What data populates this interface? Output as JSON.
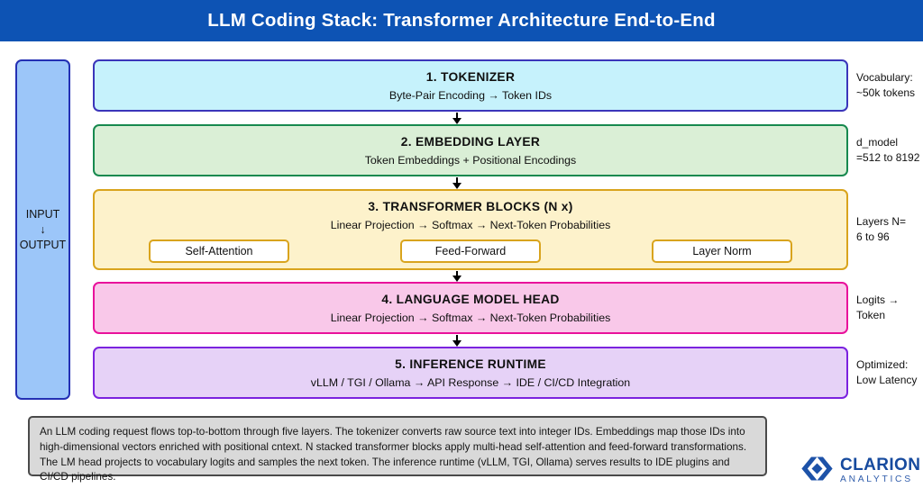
{
  "header": {
    "title": "LLM Coding Stack: Transformer Architecture End-to-End",
    "bg": "#0d53b4"
  },
  "io_box": {
    "top": "INPUT",
    "arrow": "↓",
    "bottom": "OUTPUT",
    "fill": "#9cc6f9",
    "border": "#2430b4"
  },
  "layers": [
    {
      "title": "1. TOKENIZER",
      "subtitle": "Byte-Pair Encoding →  Token IDs",
      "note_line1": "Vocabulary:",
      "note_line2": "~50k tokens",
      "fill": "#c6f2fc",
      "border": "#3b35ba"
    },
    {
      "title": "2. EMBEDDING LAYER",
      "subtitle": "Token Embeddings + Positional Encodings",
      "note_line1": "d_model",
      "note_line2": "=512 to 8192",
      "fill": "#daefd6",
      "border": "#17894f"
    },
    {
      "title": "3. TRANSFORMER BLOCKS (N x)",
      "subtitle": "Linear Projection →  Softmax →  Next-Token Probabilities",
      "note_line1": "Layers N=",
      "note_line2": "6 to 96",
      "fill": "#fdf2cb",
      "border": "#d9a41d",
      "chips": [
        "Self-Attention",
        "Feed-Forward",
        "Layer Norm"
      ]
    },
    {
      "title": "4. LANGUAGE MODEL HEAD",
      "subtitle": "Linear Projection →  Softmax →  Next-Token Probabilities",
      "note_line1": "Logits →",
      "note_line2": "Token",
      "fill": "#f9c8e9",
      "border": "#e9119b"
    },
    {
      "title": "5. INFERENCE RUNTIME",
      "subtitle": "vLLM / TGI / Ollama →  API Response →  IDE / CI/CD Integration",
      "note_line1": "Optimized:",
      "note_line2": "Low Latency",
      "fill": "#e6d2f7",
      "border": "#7b22df"
    }
  ],
  "footer": {
    "description": "An LLM coding request flows top-to-bottom through five layers. The tokenizer converts raw source text into integer IDs. Embeddings map those IDs into high-dimensional vectors enriched with positional cntext. N stacked transformer blocks apply multi-head self-attention and feed-forward transformations. The LM head projects to vocabulary logits and samples the next token. The inference runtime (vLLM, TGI, Ollama) serves results to IDE plugins and CI/CD pipelines."
  },
  "logo": {
    "name": "CLARION",
    "sub": "ANALYTICS",
    "color": "#1d52a8"
  }
}
